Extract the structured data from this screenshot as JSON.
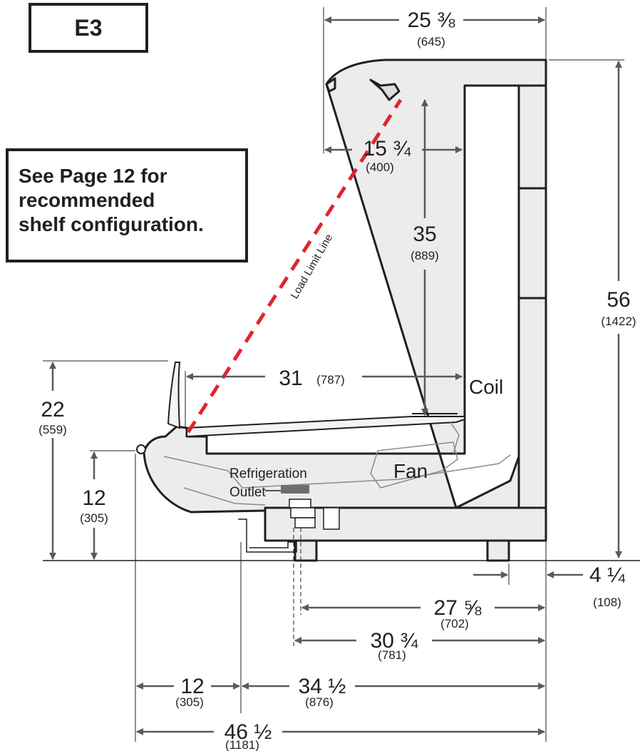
{
  "figure_id": "E3",
  "note": "See Page 12 for\nrecommended\nshelf configuration.",
  "labels": {
    "load_limit": "Load Limit Line",
    "coil": "Coil",
    "fan": "Fan",
    "refrigeration": "Refrigeration",
    "outlet": "Outlet"
  },
  "dimensions": {
    "top_width": {
      "imperial": "25 ⅜",
      "metric": "(645)"
    },
    "canopy_depth": {
      "imperial": "15 ¾",
      "metric": "(400)"
    },
    "shelf_clearance": {
      "imperial": "35",
      "metric": "(889)"
    },
    "overall_height": {
      "imperial": "56",
      "metric": "(1422)"
    },
    "deck_depth": {
      "imperial": "31",
      "metric": "(787)"
    },
    "front_height": {
      "imperial": "22",
      "metric": "(559)"
    },
    "bumper_height": {
      "imperial": "12",
      "metric": "(305)"
    },
    "leg_offset": {
      "imperial": "4 ¼",
      "metric": "(108)"
    },
    "drain_a": {
      "imperial": "27 ⅝",
      "metric": "(702)"
    },
    "drain_b": {
      "imperial": "30 ¾",
      "metric": "(781)"
    },
    "front_overhang": {
      "imperial": "12",
      "metric": "(305)"
    },
    "base_depth": {
      "imperial": "34 ½",
      "metric": "(876)"
    },
    "overall_depth": {
      "imperial": "46 ½",
      "metric": "(1181)"
    }
  },
  "colors": {
    "ink": "#231f20",
    "arrow": "#5a5a5a",
    "case_fill": "#ececec",
    "limit_line": "#e0242f"
  }
}
